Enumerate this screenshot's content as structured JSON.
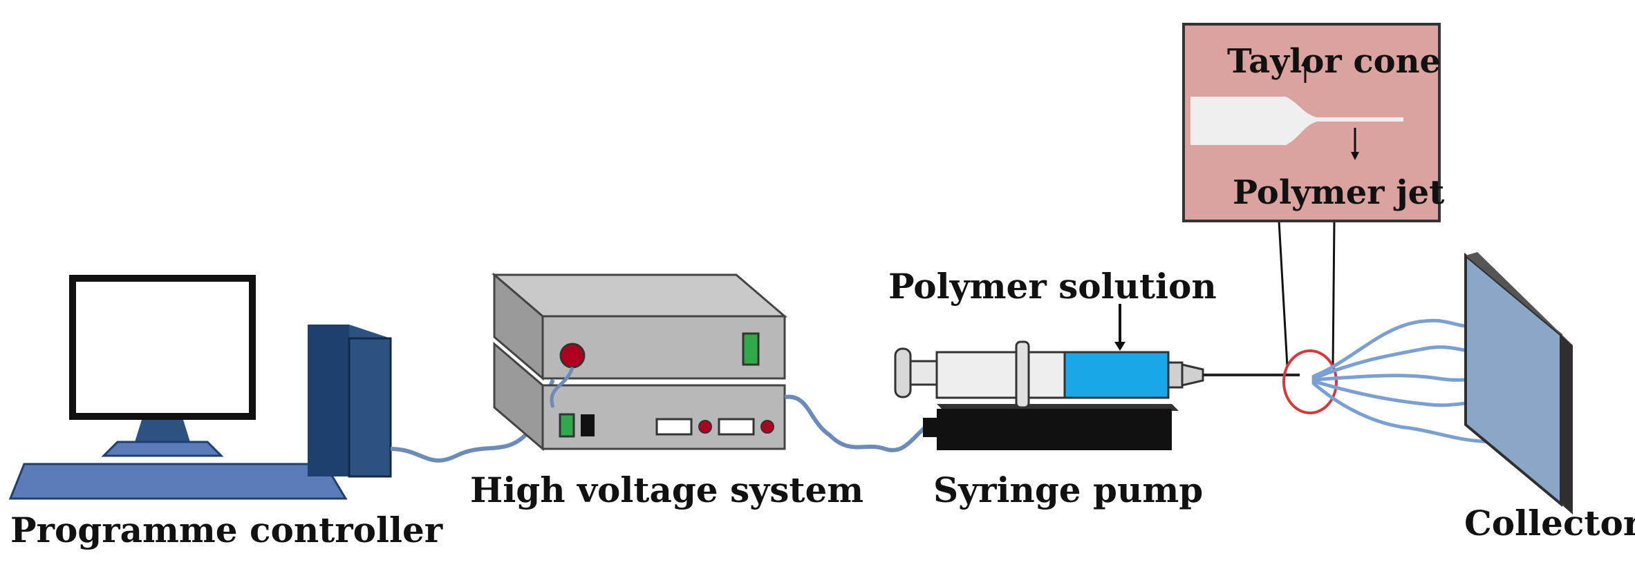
{
  "labels": {
    "programme_controller": "Programme controller",
    "high_voltage_system": "High voltage system",
    "syringe_pump": "Syringe pump",
    "polymer_solution": "Polymer solution",
    "collector": "Collector",
    "taylor_cone": "Taylor cone",
    "polymer_jet": "Polymer jet"
  },
  "colors": {
    "monitor_frame": "#111111",
    "monitor_screen": "#ffffff",
    "computer_blue": "#5b7bb8",
    "tower_dark": "#1f3f6e",
    "tower_side": "#2c5282",
    "cable": "#6b8bb8",
    "hv_box": "#b8b8b8",
    "hv_box_dark": "#8a8a8a",
    "knob_red": "#b00020",
    "switch_green": "#2faa4a",
    "pump_black": "#111111",
    "solution_blue": "#1aa6e8",
    "zoom_box": "#dba39f",
    "zoom_circle": "#d43a3a",
    "collector_plate": "#8aa7c7",
    "collector_edge": "#2f2f2f",
    "fiber_blue": "#7a9fd3"
  }
}
